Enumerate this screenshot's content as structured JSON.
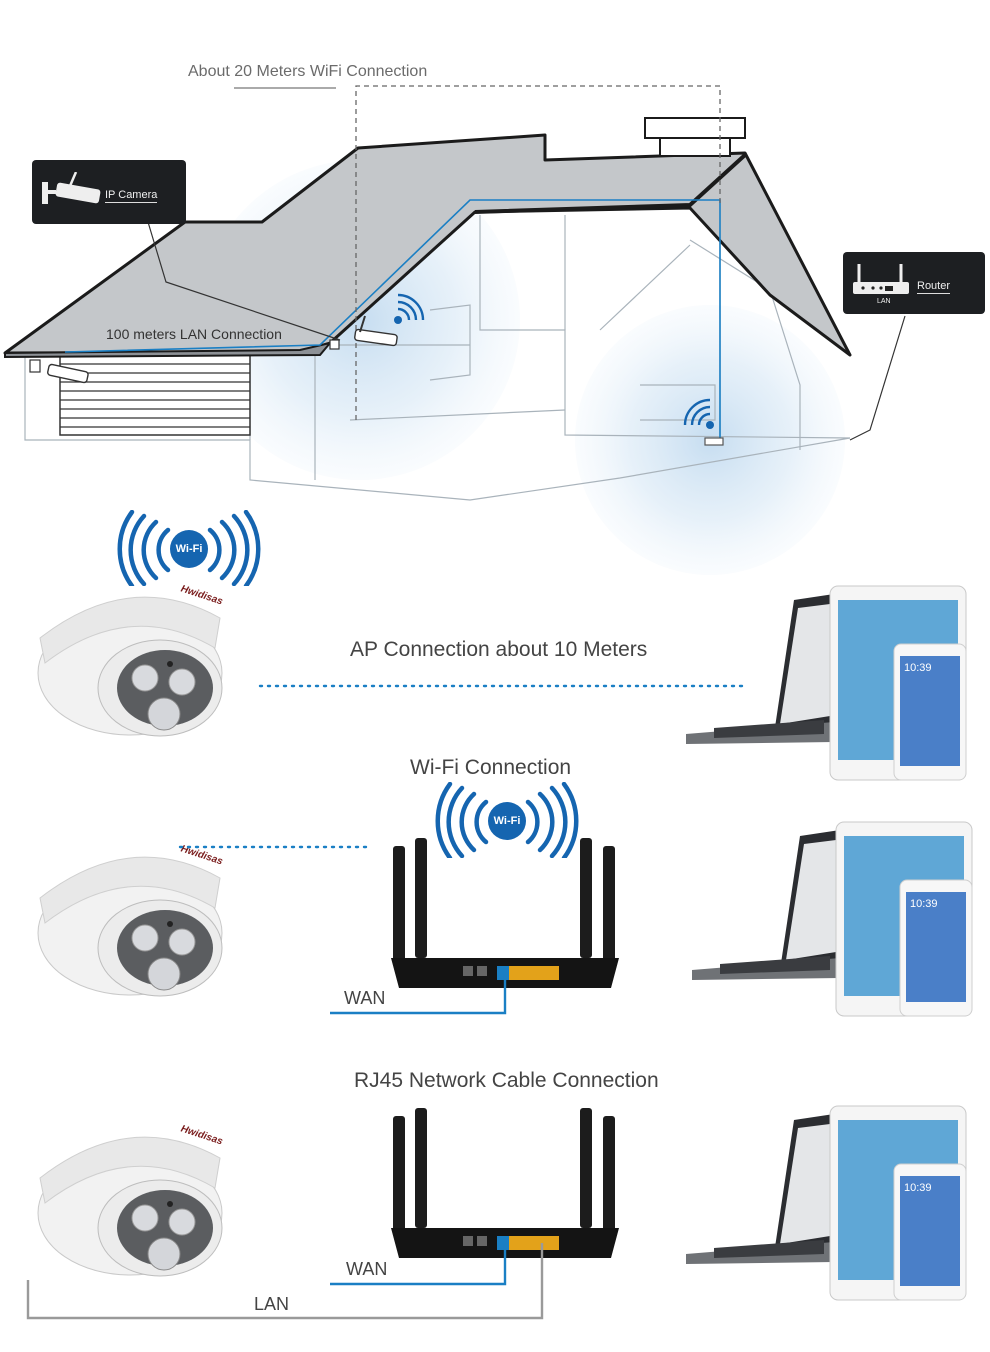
{
  "house": {
    "wifi_distance_label": "About 20  Meters WiFi Connection",
    "lan_distance_label": "100 meters LAN Connection",
    "ip_camera_tag": "IP Camera",
    "router_tag": "Router",
    "router_port": "LAN"
  },
  "brand_mark": "Hwidisas",
  "wifi_badge": "Wi-Fi",
  "phone_clock": "10:39",
  "sections": {
    "ap": {
      "title": "AP Connection about 10 Meters"
    },
    "wifi": {
      "title": "Wi-Fi Connection",
      "wan_label": "WAN"
    },
    "rj45": {
      "title": "RJ45 Network Cable Connection",
      "wan_label": "WAN",
      "lan_label": "LAN"
    }
  },
  "colors": {
    "accent_blue": "#1a7fc4",
    "signal_blue": "#1565b0",
    "halo_blue": "#cfe3f3",
    "cable_gray": "#9a9a9a",
    "outline": "#1b1b1b"
  }
}
